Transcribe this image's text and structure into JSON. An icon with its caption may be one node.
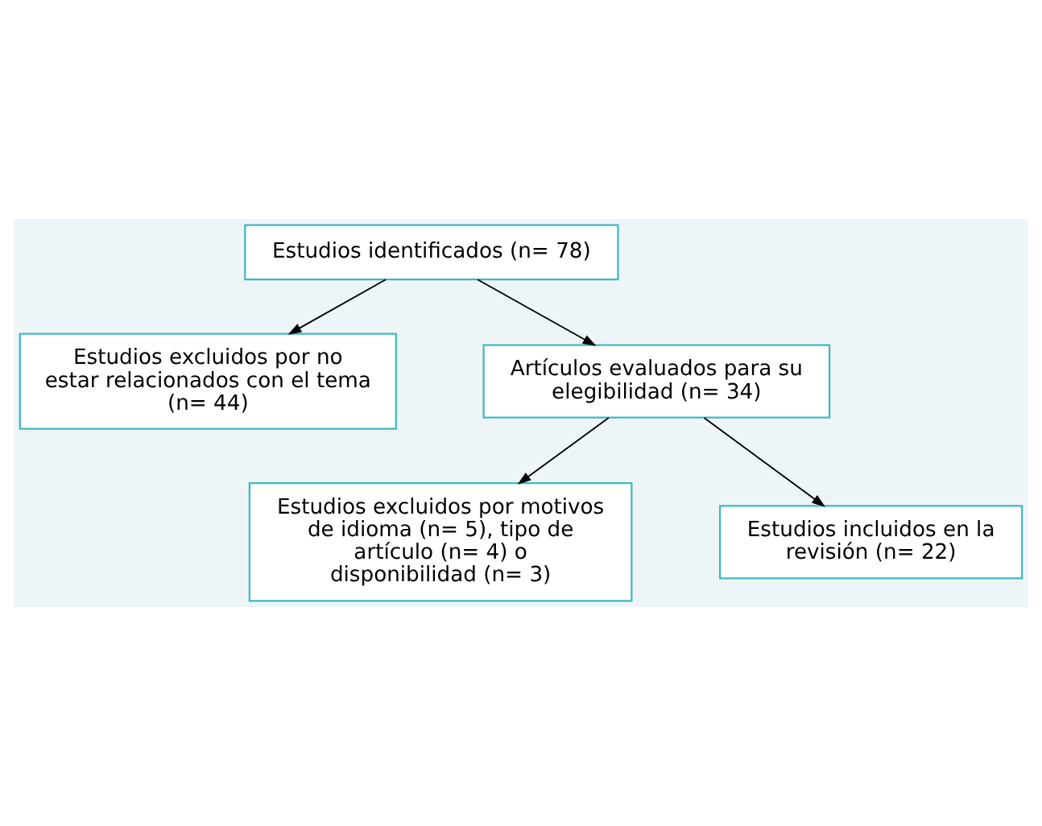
{
  "diagram": {
    "nodes": [
      {
        "text": [
          "Estudios identificados (n= 78)"
        ]
      },
      {
        "text": [
          "Estudios excluidos por no estar relacionados con el tema (n= 44)"
        ]
      },
      {
        "text": [
          "Artículos evaluados para su elegibilidad (n= 34)"
        ]
      },
      {
        "text": [
          "Estudios excluidos por motivos de idioma (n= 5), tipo de artículo (n= 4) o disponibilidad (n= 3)"
        ]
      },
      {
        "text": [
          "Estudios incluidos en la revisión (n= 22)"
        ]
      }
    ],
    "edges": [
      {
        "from": 0,
        "to": 1,
        "arrow": "to"
      },
      {
        "from": 0,
        "to": 2,
        "arrow": "to"
      },
      {
        "from": 2,
        "to": 3,
        "arrow": "to"
      },
      {
        "from": 2,
        "to": 4,
        "arrow": "to"
      }
    ]
  }
}
